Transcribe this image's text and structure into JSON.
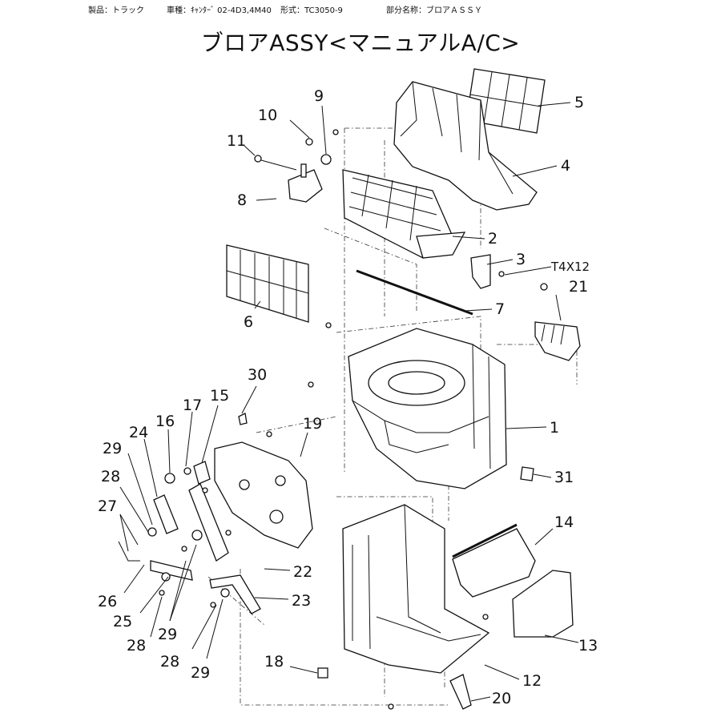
{
  "header": {
    "product_label": "製品：トラック",
    "vehicle_label": "車種：ｷｬﾝﾀｰﾞ 02-4D3,4M40",
    "model_label": "形式：TC3050-9",
    "part_name_label": "部分名称：ブロアＡＳＳＹ"
  },
  "title": "ブロアASSY<マニュアルA/C>",
  "callouts": {
    "c1": "1",
    "c2": "2",
    "c3": "3",
    "c4": "4",
    "c5": "5",
    "c6": "6",
    "c7": "7",
    "c8": "8",
    "c9": "9",
    "c10": "10",
    "c11": "11",
    "c12": "12",
    "c13": "13",
    "c14": "14",
    "c15": "15",
    "c16": "16",
    "c17": "17",
    "c18": "18",
    "c19": "19",
    "c20": "20",
    "c21": "21",
    "c22": "22",
    "c23": "23",
    "c24": "24",
    "c25": "25",
    "c26": "26",
    "c27": "27",
    "c28a": "28",
    "c28b": "28",
    "c28c": "28",
    "c29a": "29",
    "c29b": "29",
    "c29c": "29",
    "c30": "30",
    "c31": "31",
    "screw_spec": "T4X12"
  }
}
